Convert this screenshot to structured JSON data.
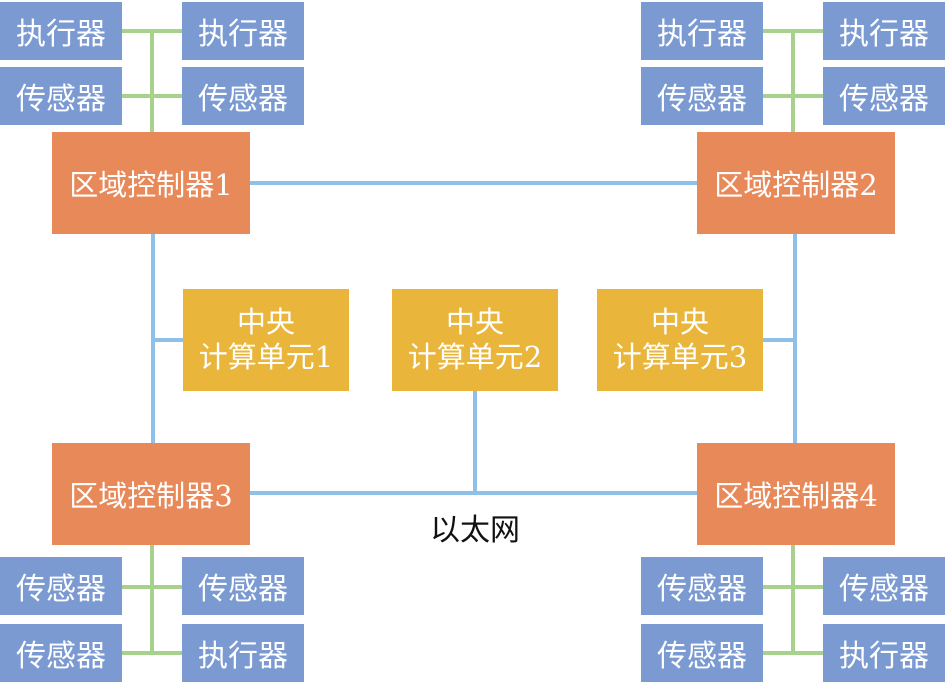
{
  "colors": {
    "device": "#7b9ad2",
    "zone_controller": "#e8895a",
    "central_unit": "#e9b53a",
    "ethernet_line": "#8fc0e8",
    "device_line": "#a9d18e"
  },
  "zone_controllers": [
    {
      "label": "区域控制器1"
    },
    {
      "label": "区域控制器2"
    },
    {
      "label": "区域控制器3"
    },
    {
      "label": "区域控制器4"
    }
  ],
  "central_units": [
    {
      "line1": "中央",
      "line2": "计算单元1"
    },
    {
      "line1": "中央",
      "line2": "计算单元2"
    },
    {
      "line1": "中央",
      "line2": "计算单元3"
    }
  ],
  "devices": {
    "top_left": [
      "执行器",
      "执行器",
      "传感器",
      "传感器"
    ],
    "top_right": [
      "执行器",
      "执行器",
      "传感器",
      "传感器"
    ],
    "bottom_left": [
      "传感器",
      "传感器",
      "传感器",
      "执行器"
    ],
    "bottom_right": [
      "传感器",
      "传感器",
      "传感器",
      "执行器"
    ]
  },
  "network_label": "以太网"
}
